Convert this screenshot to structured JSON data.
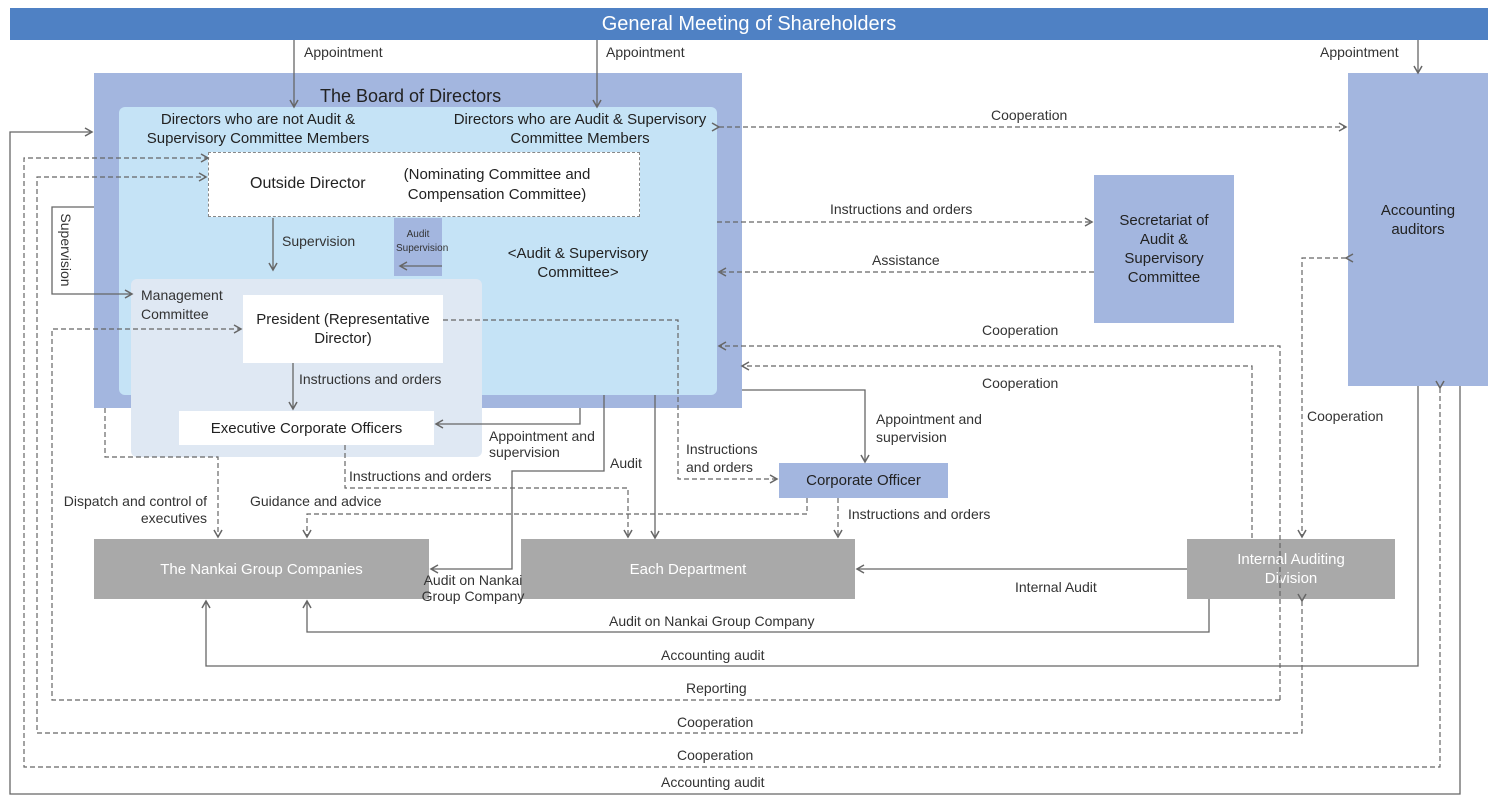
{
  "header": {
    "title": "General Meeting of Shareholders"
  },
  "board": {
    "title": "The Board of Directors",
    "non_audit_members": "Directors who are not Audit & Supervisory Committee Members",
    "audit_members": "Directors who are Audit & Supervisory Committee Members",
    "outside_director": "Outside Director",
    "committees": "(Nominating Committee and Compensation Committee)",
    "audit_committee": "<Audit & Supervisory Committee>",
    "management_committee": "Management Committee",
    "president": "President (Representative Director)",
    "executive_officers": "Executive Corporate Officers"
  },
  "boxes": {
    "secretariat": "Secretariat of Audit & Supervisory Committee",
    "accounting_auditors": "Accounting auditors",
    "corporate_officer": "Corporate Officer",
    "group_companies": "The Nankai Group Companies",
    "each_department": "Each Department",
    "internal_auditing": "Internal Auditing Division"
  },
  "labels": {
    "appointment_1": "Appointment",
    "appointment_2": "Appointment",
    "appointment_3": "Appointment",
    "cooperation_top": "Cooperation",
    "instructions_secretariat": "Instructions and orders",
    "assistance": "Assistance",
    "cooperation_mid1": "Cooperation",
    "cooperation_mid2": "Cooperation",
    "cooperation_right": "Cooperation",
    "supervision_vertical": "Supervision",
    "supervision": "Supervision",
    "audit_supervision": "Audit Supervision",
    "instructions_president": "Instructions and orders",
    "appointment_supervision_1": "Appointment and supervision",
    "appointment_supervision_2": "Appointment and supervision",
    "audit": "Audit",
    "instructions_corp": "Instructions and orders",
    "instructions_exec": "Instructions and orders",
    "guidance": "Guidance and advice",
    "dispatch": "Dispatch and control of executives",
    "instructions_dept": "Instructions and orders",
    "audit_group_company": "Audit on Nankai Group Company",
    "internal_audit": "Internal Audit",
    "audit_nankai_bottom": "Audit on Nankai Group Company",
    "accounting_audit_1": "Accounting audit",
    "reporting": "Reporting",
    "cooperation_b1": "Cooperation",
    "cooperation_b2": "Cooperation",
    "accounting_audit_2": "Accounting audit"
  },
  "colors": {
    "header_bg": "#4f81c4",
    "board_bg": "#a3b6df",
    "light_bg": "#c5e3f6",
    "mgmt_bg": "#dfe8f3",
    "side_box_bg": "#a3b6df",
    "gray_box_bg": "#a9a9a9",
    "line": "#666666"
  }
}
